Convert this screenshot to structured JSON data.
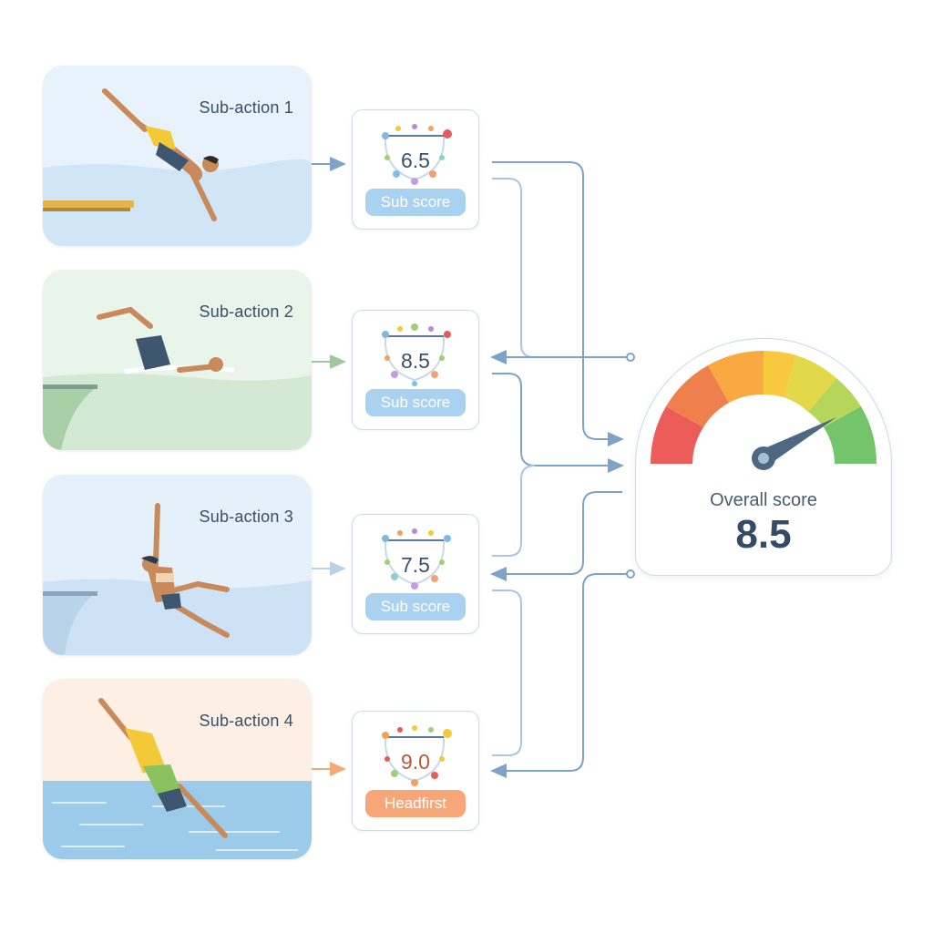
{
  "actions": [
    {
      "label": "Sub-action 1"
    },
    {
      "label": "Sub-action 2"
    },
    {
      "label": "Sub-action 3"
    },
    {
      "label": "Sub-action 4"
    }
  ],
  "scores": [
    {
      "value": "6.5",
      "tag": "Sub score"
    },
    {
      "value": "8.5",
      "tag": "Sub score"
    },
    {
      "value": "7.5",
      "tag": "Sub score"
    },
    {
      "value": "9.0",
      "tag": "Headfirst"
    }
  ],
  "overall": {
    "label": "Overall score",
    "value": "8.5"
  },
  "colors": {
    "connector": "#7ea3c9",
    "pill_blue": "#a8d2f0",
    "pill_orange": "#f7a777",
    "gauge": [
      "#ec5d5a",
      "#f07f4e",
      "#f8a941",
      "#f8c93f",
      "#e2d84a",
      "#b6d65b",
      "#74c46b"
    ]
  },
  "icons": [
    "diver-illustration",
    "gauge-needle-icon",
    "score-ring-icon"
  ]
}
